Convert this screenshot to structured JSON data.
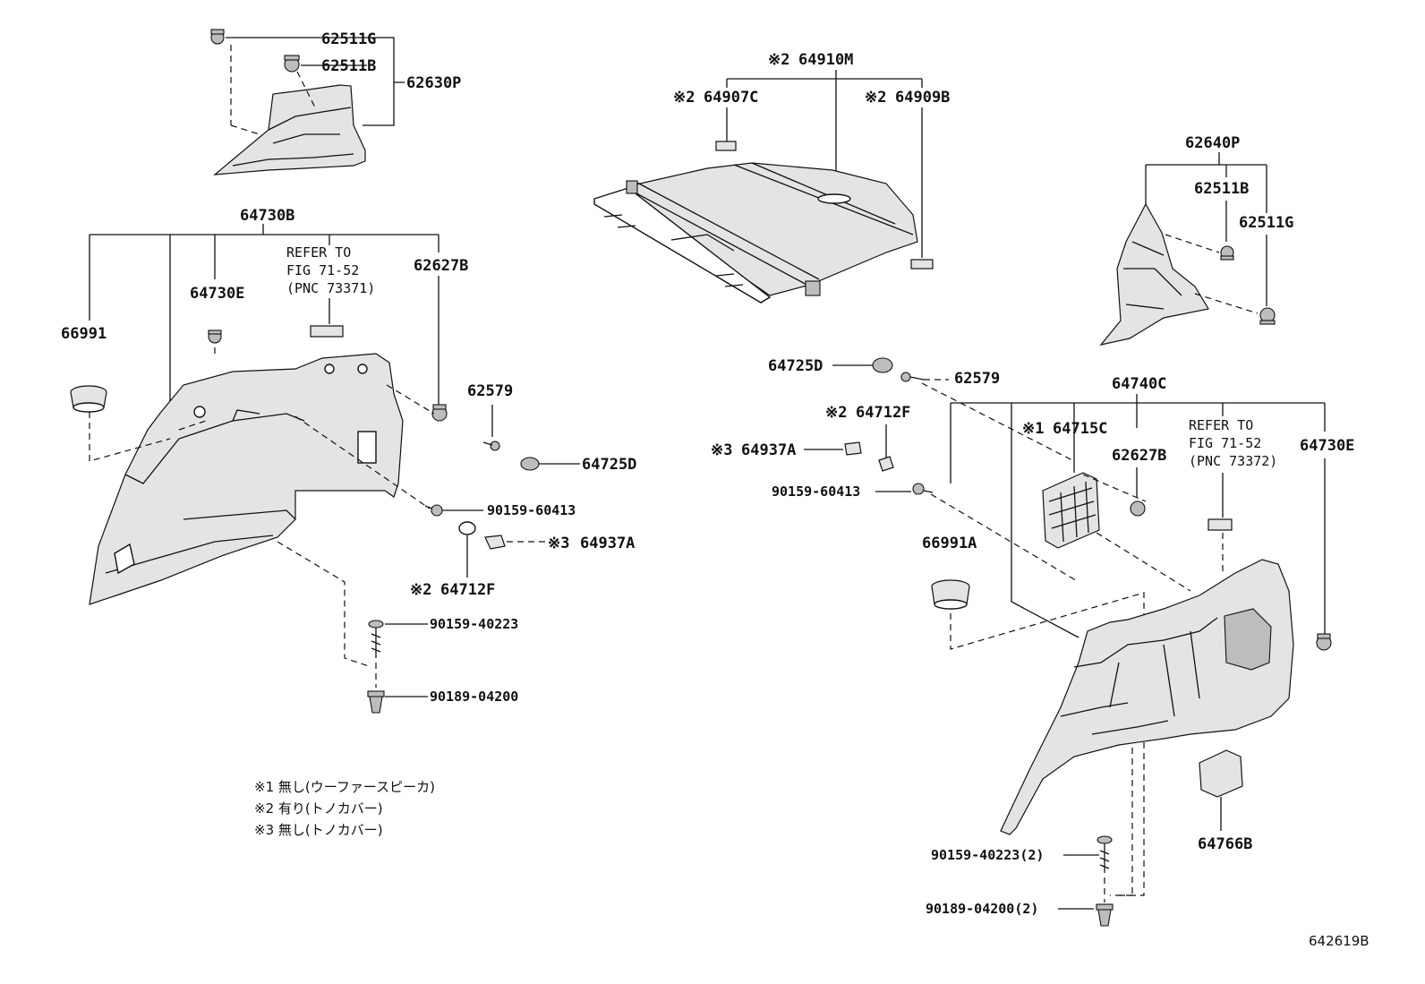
{
  "labels": {
    "p62511G_top": "62511G",
    "p62511B_top": "62511B",
    "p62630P": "62630P",
    "p64730B": "64730B",
    "refer1_l1": "REFER TO",
    "refer1_l2": "FIG 71-52",
    "refer1_l3": "(PNC 73371)",
    "p62627B_left": "62627B",
    "p64730E_left": "64730E",
    "p66991": "66991",
    "p62579_left": "62579",
    "p64725D_left": "64725D",
    "p90159_60413_left": "90159-60413",
    "p64937A_left": "64937A",
    "p64712F_left": "64712F",
    "p90159_40223_left": "90159-40223",
    "p90189_04200_left": "90189-04200",
    "p64910M": "64910M",
    "p64907C": "64907C",
    "p64909B": "64909B",
    "p62640P": "62640P",
    "p62511B_right": "62511B",
    "p62511G_right": "62511G",
    "p64725D_right": "64725D",
    "p62579_right": "62579",
    "p64740C": "64740C",
    "p64712F_right": "64712F",
    "p64715C": "64715C",
    "refer2_l1": "REFER TO",
    "refer2_l2": "FIG 71-52",
    "refer2_l3": "(PNC 73372)",
    "p64730E_right": "64730E",
    "p64937A_right": "64937A",
    "p62627B_right": "62627B",
    "p90159_60413_right": "90159-60413",
    "p66991A": "66991A",
    "p64766B": "64766B",
    "p90159_40223_right": "90159-40223(2)",
    "p90189_04200_right": "90189-04200(2)"
  },
  "marks": {
    "m1": "※1",
    "m2": "※2",
    "m3": "※3"
  },
  "notes": [
    "※1  無し(ウーファースピーカ)",
    "※2  有り(トノカバー)",
    "※3  無し(トノカバー)"
  ],
  "illustration_id": "642619B"
}
